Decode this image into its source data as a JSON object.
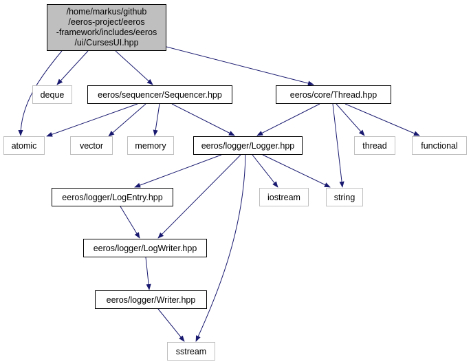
{
  "colors": {
    "edge": "#191970",
    "root_fill": "#bfbfbf",
    "local_border": "#000000",
    "system_border": "#bfbfbf"
  },
  "nodes": {
    "root": {
      "line1": "/home/markus/github",
      "line2": "/eeros-project/eeros",
      "line3": "-framework/includes/eeros",
      "line4": "/ui/CursesUI.hpp"
    },
    "atomic": "atomic",
    "deque": "deque",
    "sequencer": "eeros/sequencer/Sequencer.hpp",
    "thread_hpp": "eeros/core/Thread.hpp",
    "vector": "vector",
    "memory": "memory",
    "logger": "eeros/logger/Logger.hpp",
    "thread": "thread",
    "functional": "functional",
    "logentry": "eeros/logger/LogEntry.hpp",
    "iostream": "iostream",
    "string": "string",
    "logwriter": "eeros/logger/LogWriter.hpp",
    "writer": "eeros/logger/Writer.hpp",
    "sstream": "sstream"
  }
}
